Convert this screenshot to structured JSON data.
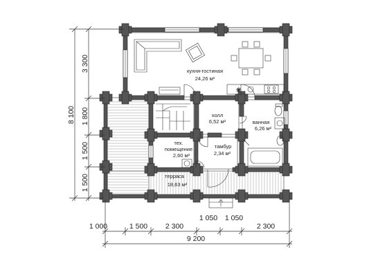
{
  "dimensions": {
    "left_total": "8 100",
    "left_segments": [
      "3 300",
      "1 800",
      "1 500",
      "1 500"
    ],
    "bottom_total": "9 200",
    "bottom_segments": [
      "1 000",
      "1 500",
      "2 300",
      "1 050",
      "1 050",
      "2 300"
    ]
  },
  "rooms": {
    "kitchen_living": {
      "name": "кухня-гостиная",
      "area": "24,26 м²"
    },
    "hall": {
      "name": "холл",
      "area": "6,52 м²"
    },
    "bathroom": {
      "name": "ванная",
      "area": "6,26 м²"
    },
    "tech": {
      "name_line1": "тех.",
      "name_line2": "помещение",
      "area": "2,60 м²"
    },
    "vestibule": {
      "name": "тамбур",
      "area": "2,34 м²"
    },
    "terrace": {
      "name": "терраса",
      "area": "18,63 м²"
    }
  },
  "colors": {
    "wall": "#555555",
    "line": "#333333"
  }
}
